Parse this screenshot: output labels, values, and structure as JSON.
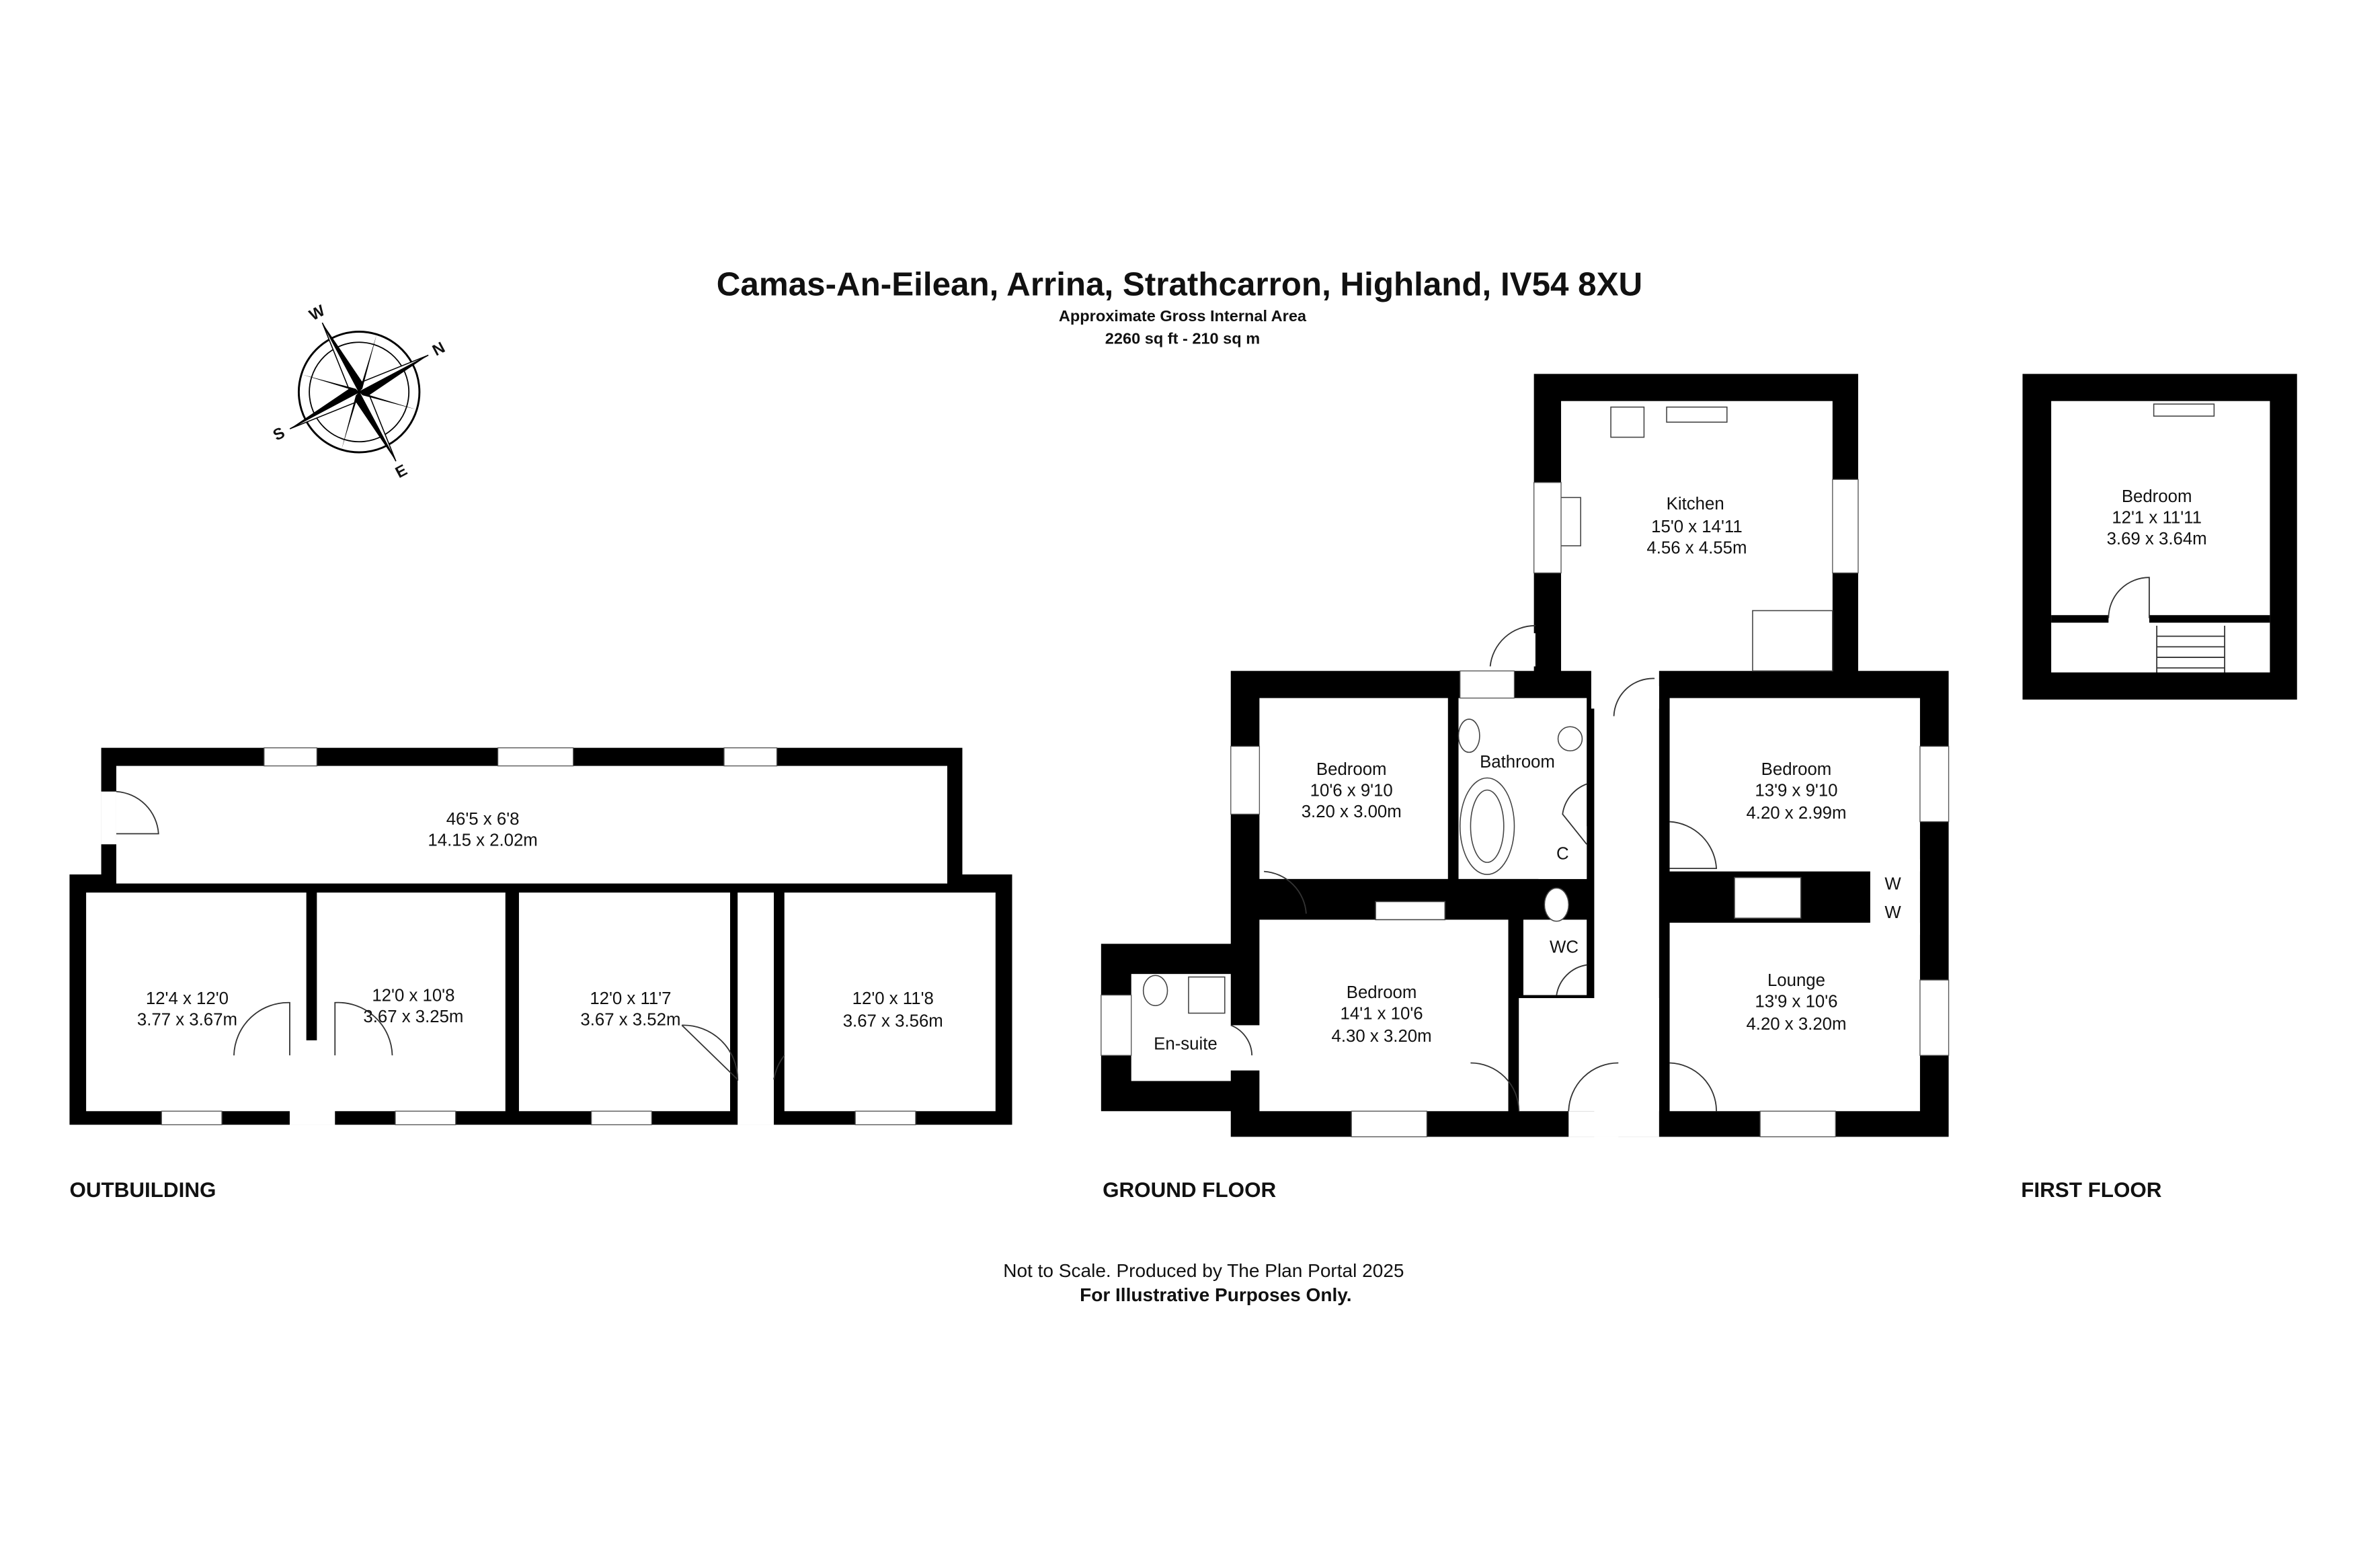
{
  "header": {
    "title": "Camas-An-Eilean, Arrina, Strathcarron, Highland, IV54 8XU",
    "subtitle": "Approximate Gross Internal Area",
    "area": "2260 sq ft - 210 sq m"
  },
  "compass": {
    "n": "N",
    "s": "S",
    "e": "E",
    "w": "W"
  },
  "outbuilding": {
    "label": "OUTBUILDING",
    "rooms": [
      {
        "imperial": "46'5 x 6'8",
        "metric": "14.15 x 2.02m"
      },
      {
        "imperial": "12'4 x 12'0",
        "metric": "3.77 x 3.67m"
      },
      {
        "imperial": "12'0 x 10'8",
        "metric": "3.67 x 3.25m"
      },
      {
        "imperial": "12'0 x 11'7",
        "metric": "3.67 x 3.52m"
      },
      {
        "imperial": "12'0 x 11'8",
        "metric": "3.67 x 3.56m"
      }
    ]
  },
  "ground_floor": {
    "label": "GROUND FLOOR",
    "kitchen": {
      "name": "Kitchen",
      "imperial": "15'0 x 14'11",
      "metric": "4.56 x 4.55m"
    },
    "bedroom1": {
      "name": "Bedroom",
      "imperial": "10'6 x 9'10",
      "metric": "3.20 x 3.00m"
    },
    "bathroom": {
      "name": "Bathroom"
    },
    "cupboard": {
      "name": "C"
    },
    "bedroom2": {
      "name": "Bedroom",
      "imperial": "13'9 x 9'10",
      "metric": "4.20 x 2.99m"
    },
    "wardrobe1": {
      "name": "W"
    },
    "wardrobe2": {
      "name": "W"
    },
    "wc": {
      "name": "WC"
    },
    "bedroom3": {
      "name": "Bedroom",
      "imperial": "14'1 x 10'6",
      "metric": "4.30 x 3.20m"
    },
    "lounge": {
      "name": "Lounge",
      "imperial": "13'9 x 10'6",
      "metric": "4.20 x 3.20m"
    },
    "ensuite": {
      "name": "En-suite"
    }
  },
  "first_floor": {
    "label": "FIRST FLOOR",
    "bedroom": {
      "name": "Bedroom",
      "imperial": "12'1 x 11'11",
      "metric": "3.69 x 3.64m"
    }
  },
  "footer": {
    "line1": "Not to Scale. Produced by The Plan Portal 2025",
    "line2": "For Illustrative Purposes Only."
  }
}
